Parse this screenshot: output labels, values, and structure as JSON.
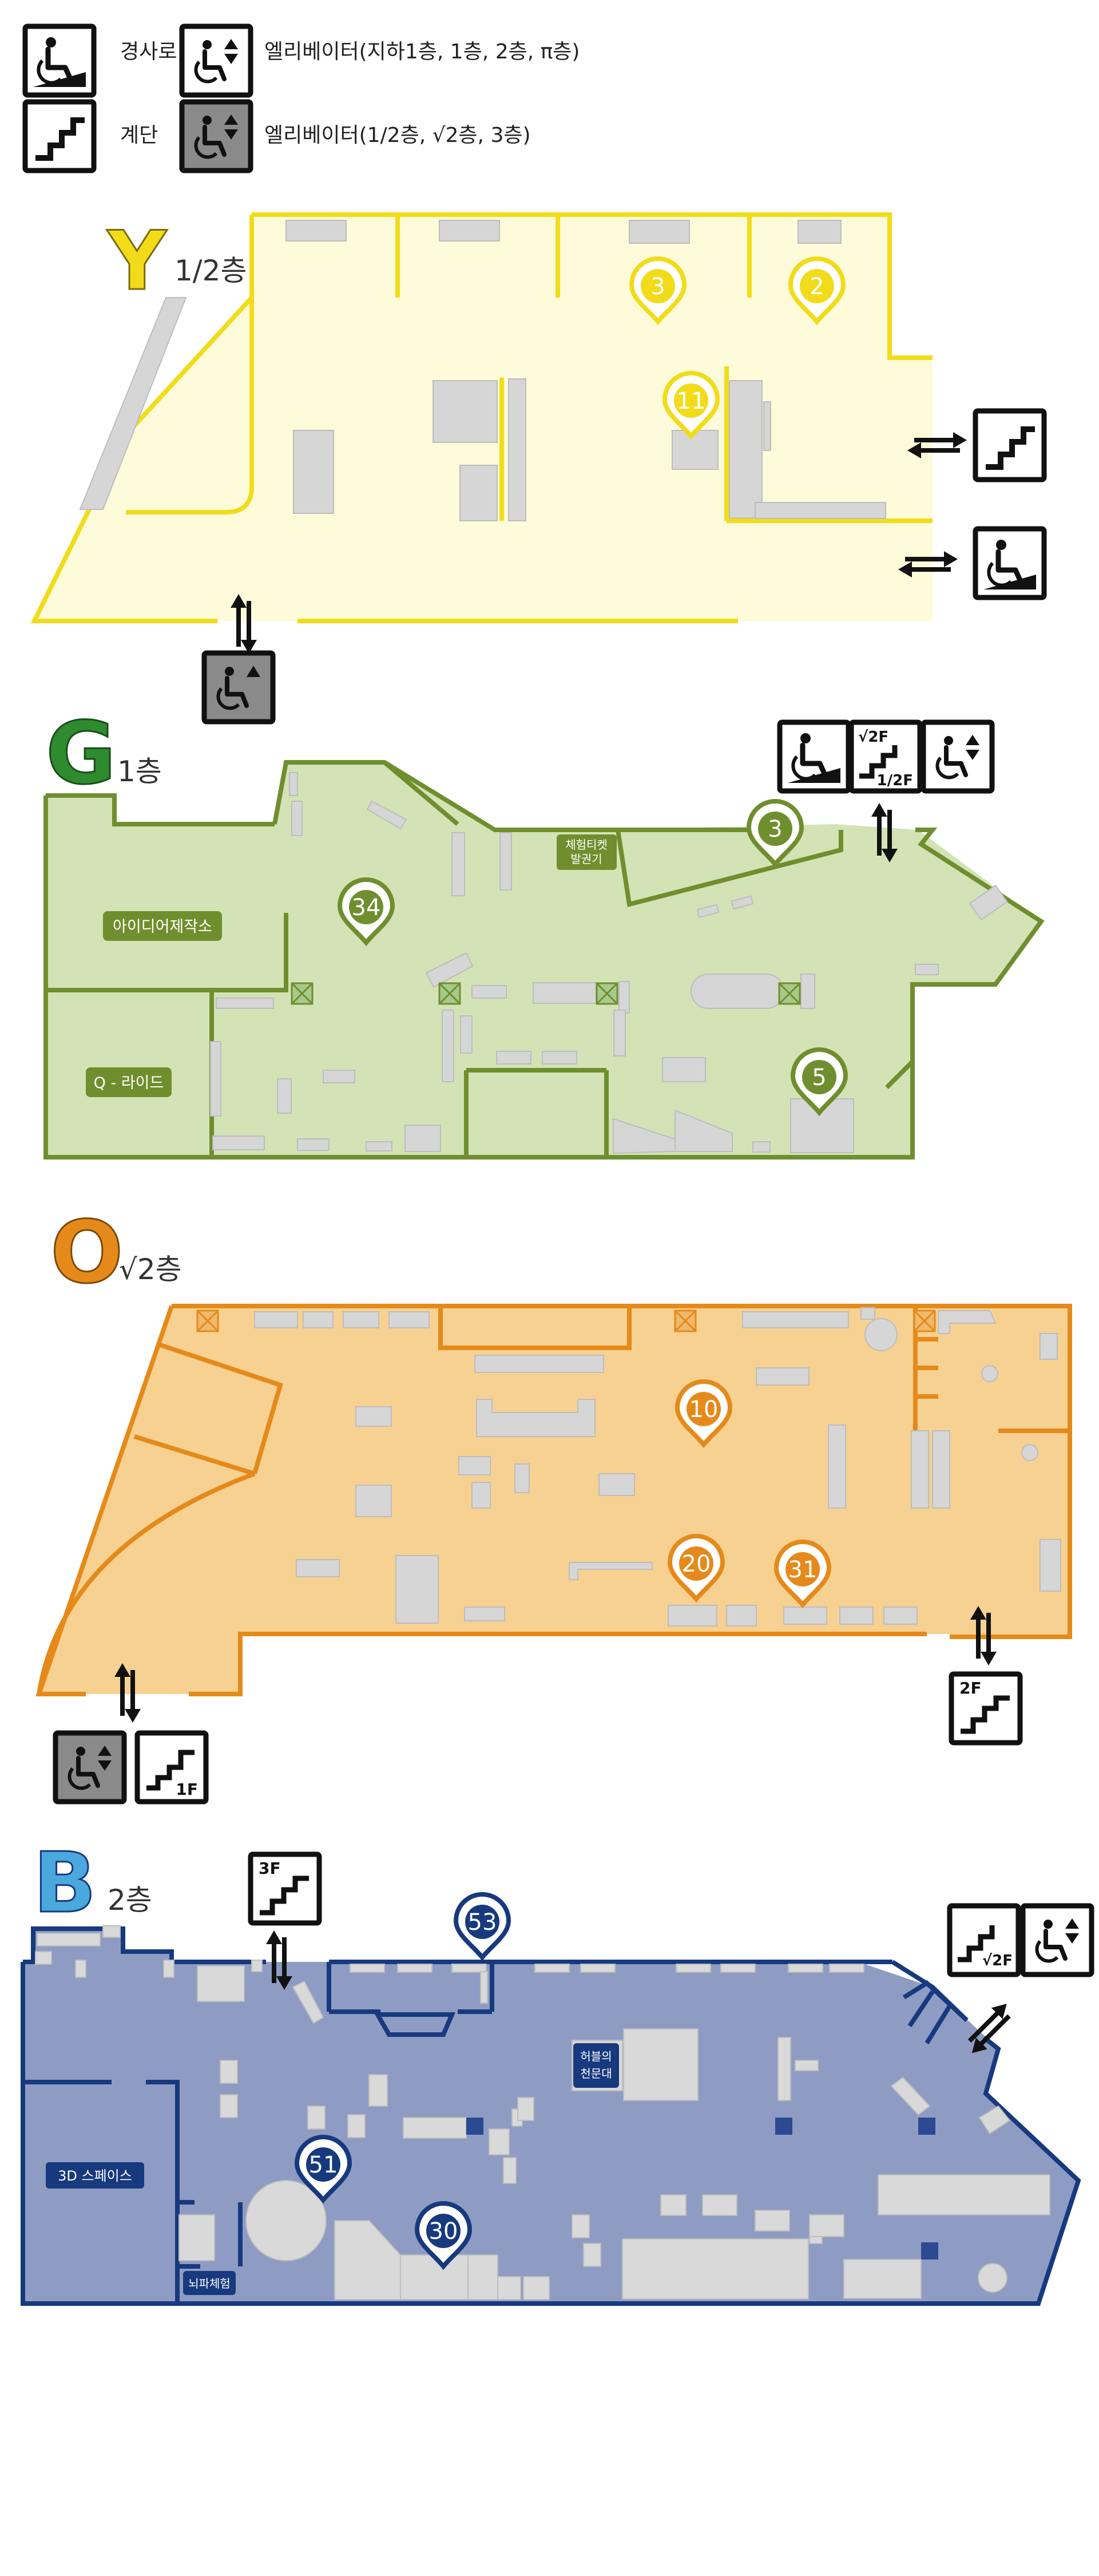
{
  "legend": {
    "ramp_label": "경사로",
    "stairs_label": "계단",
    "elevator_main_label": "엘리베이터(지하1층, 1층, 2층, π층)",
    "elevator_sub_label": "엘리베이터(1/2층, √2층, 3층)"
  },
  "floors": [
    {
      "letter": "Y",
      "name": "1/2층",
      "color": "#f2dc1a",
      "fill": "#fdfbd9",
      "markers": [
        "3",
        "2",
        "11"
      ]
    },
    {
      "letter": "G",
      "name": "1층",
      "color": "#6f8f2e",
      "fill": "#d3e3b6",
      "rooms": [
        "아이디어제작소",
        "Q - 라이드"
      ],
      "ticket": [
        "체험티켓",
        "발권기"
      ],
      "stair_up": "√2F",
      "stair_down": "1/2F",
      "markers": [
        "34",
        "3",
        "5"
      ]
    },
    {
      "letter": "O",
      "name": "√2층",
      "color": "#e58a1a",
      "fill": "#f6d191",
      "stair_badge": "2F",
      "stair_badge_2": "1F",
      "markers": [
        "10",
        "20",
        "31"
      ]
    },
    {
      "letter": "B",
      "name": "2층",
      "color": "#17397e",
      "fill": "#8e9cc4",
      "rooms": [
        "3D 스페이스",
        "뇌파체험"
      ],
      "observatory": [
        "허블의",
        "천문대"
      ],
      "stair_badge": "3F",
      "stair_badge_2": "√2F",
      "markers": [
        "53",
        "51",
        "30"
      ]
    }
  ],
  "icons": [
    "ramp-icon",
    "stairs-icon",
    "elevator-icon",
    "elevator-gray-icon",
    "arrow-updown-icon",
    "arrow-leftright-icon",
    "map-pin-icon"
  ]
}
